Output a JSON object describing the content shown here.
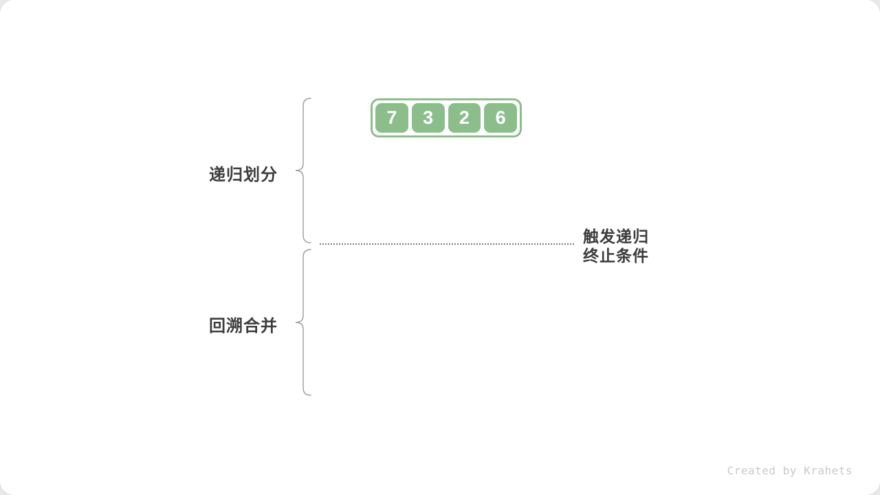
{
  "page": {
    "footer_credit": "Created by Krahets"
  },
  "colors": {
    "page_background": "#e9e9e9",
    "card_background": "#ffffff",
    "box_green": "#8cbe8b",
    "label_text": "#3c3c3c",
    "brace_stroke": "#9b9b9b",
    "dotted_line": "#7d7d7d",
    "footer_text": "#c9c9c9"
  },
  "diagram": {
    "array": {
      "values": [
        "7",
        "3",
        "2",
        "6"
      ]
    },
    "labels": {
      "divide_phase": "递归划分",
      "merge_phase": "回溯合并",
      "terminate_line1": "触发递归",
      "terminate_line2": "终止条件"
    }
  }
}
